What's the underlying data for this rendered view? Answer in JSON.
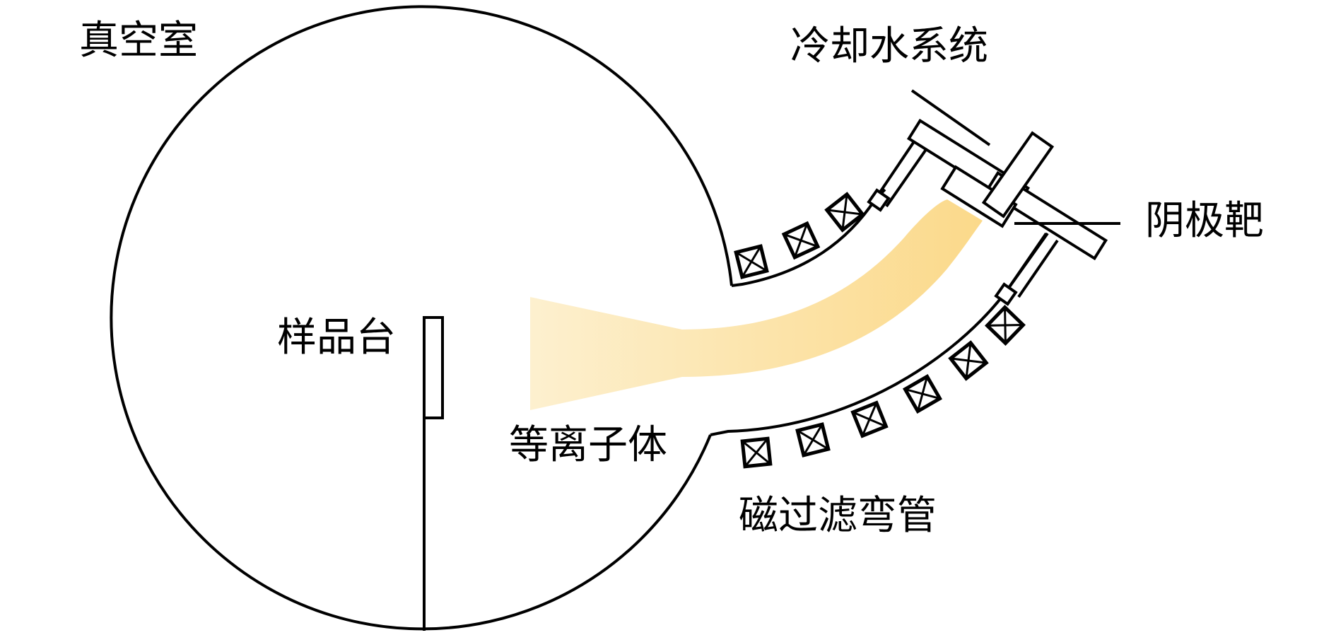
{
  "labels": {
    "vacuum_chamber": "真空室",
    "cooling_system": "冷却水系统",
    "cathode_target": "阴极靶",
    "sample_stage": "样品台",
    "plasma": "等离子体",
    "magnetic_filter": "磁过滤弯管"
  },
  "colors": {
    "line": "#000000",
    "plasma_light": "#fdf0cf",
    "plasma_dark": "#fbd98a"
  }
}
